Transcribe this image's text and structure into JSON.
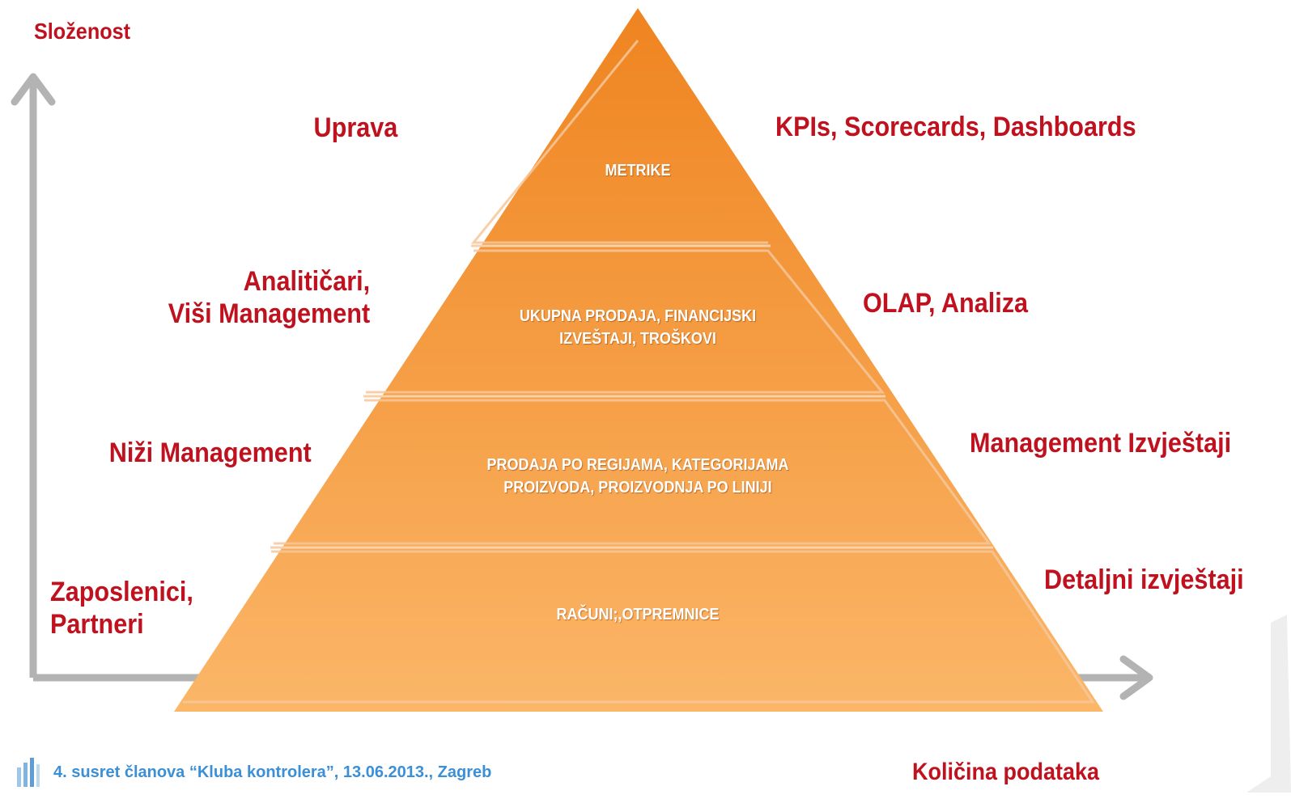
{
  "axes": {
    "y_label": "Složenost",
    "x_label": "Količina podataka",
    "color": "#b3b3b3"
  },
  "pyramid": {
    "colors": {
      "top": "#f08a24",
      "bottom": "#fbb266",
      "border": "#f6c79a"
    },
    "tiers": [
      {
        "lines": [
          "METRIKE"
        ],
        "audience": [
          "Uprava"
        ],
        "tools": [
          "KPIs, Scorecards, Dashboards"
        ]
      },
      {
        "lines": [
          "UKUPNA PRODAJA, FINANCIJSKI",
          "IZVEŠTAJI, TROŠKOVI"
        ],
        "audience": [
          "Analitičari,",
          "Viši Management"
        ],
        "tools": [
          "OLAP, Analiza"
        ]
      },
      {
        "lines": [
          "PRODAJA PO REGIJAMA, KATEGORIJAMA",
          "PROIZVODA, PROIZVODNJA PO LINIJI"
        ],
        "audience": [
          "Niži Management"
        ],
        "tools": [
          "Management Izvještaji"
        ]
      },
      {
        "lines": [
          "RAČUNI;,OTPREMNICE"
        ],
        "audience": [
          "Zaposlenici,",
          "Partneri"
        ],
        "tools": [
          "Detaljni izvještaji"
        ]
      }
    ]
  },
  "footer": {
    "text": "4. susret članova “Kluba kontrolera”, 13.06.2013., Zagreb",
    "color": "#3a8fd6"
  },
  "label_color": "#c0111f"
}
